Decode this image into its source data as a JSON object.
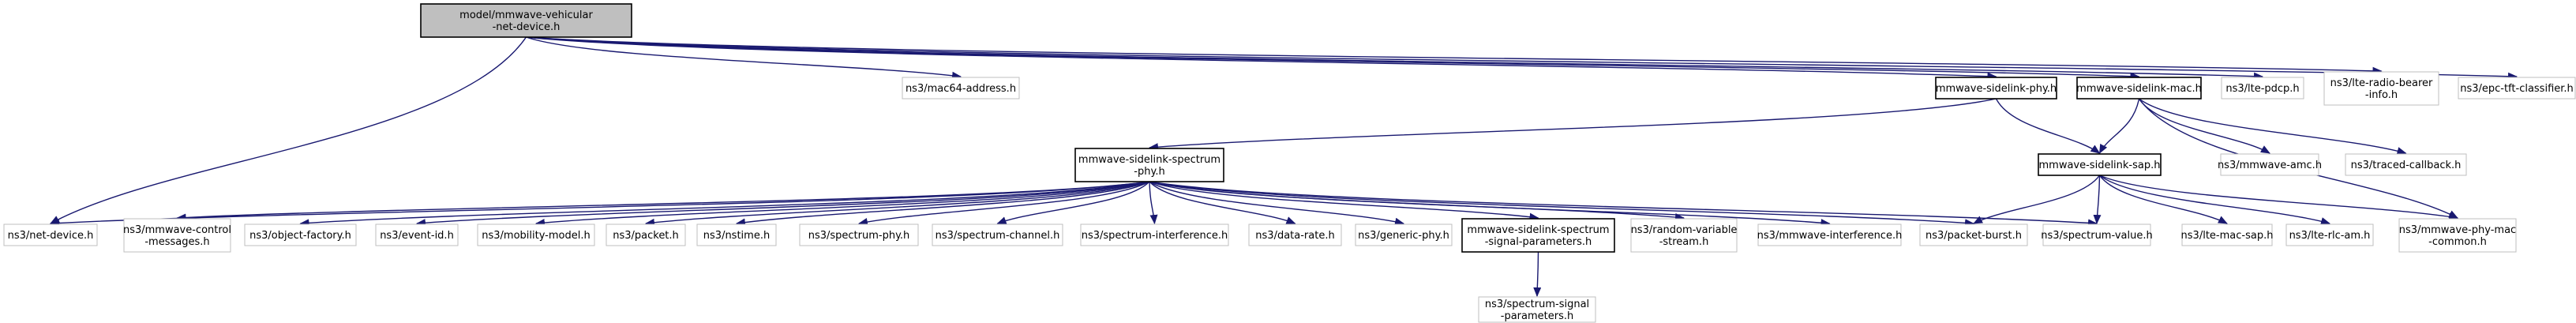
{
  "colors": {
    "edge": "#191970",
    "root_fill": "#bfbfbf",
    "box_fill": "#ffffff",
    "border_strong": "#000000",
    "border_light": "#bfbfbf"
  },
  "nodes": [
    {
      "id": "root",
      "lines": [
        "model/mmwave-vehicular",
        "-net-device.h"
      ],
      "style": "root"
    },
    {
      "id": "mac64",
      "lines": [
        "ns3/mac64-address.h"
      ],
      "style": "light"
    },
    {
      "id": "phy",
      "lines": [
        "mmwave-sidelink-phy.h"
      ],
      "style": "strong"
    },
    {
      "id": "mac",
      "lines": [
        "mmwave-sidelink-mac.h"
      ],
      "style": "strong"
    },
    {
      "id": "pdcp",
      "lines": [
        "ns3/lte-pdcp.h"
      ],
      "style": "light"
    },
    {
      "id": "rbinfo",
      "lines": [
        "ns3/lte-radio-bearer",
        "-info.h"
      ],
      "style": "light"
    },
    {
      "id": "epc",
      "lines": [
        "ns3/epc-tft-classifier.h"
      ],
      "style": "light"
    },
    {
      "id": "spectrum_phy_sl",
      "lines": [
        "mmwave-sidelink-spectrum",
        "-phy.h"
      ],
      "style": "strong"
    },
    {
      "id": "sap",
      "lines": [
        "mmwave-sidelink-sap.h"
      ],
      "style": "strong"
    },
    {
      "id": "amc",
      "lines": [
        "ns3/mmwave-amc.h"
      ],
      "style": "light"
    },
    {
      "id": "traced",
      "lines": [
        "ns3/traced-callback.h"
      ],
      "style": "light"
    },
    {
      "id": "netdev",
      "lines": [
        "ns3/net-device.h"
      ],
      "style": "light"
    },
    {
      "id": "ctrl",
      "lines": [
        "ns3/mmwave-control",
        "-messages.h"
      ],
      "style": "light"
    },
    {
      "id": "objfac",
      "lines": [
        "ns3/object-factory.h"
      ],
      "style": "light"
    },
    {
      "id": "eventid",
      "lines": [
        "ns3/event-id.h"
      ],
      "style": "light"
    },
    {
      "id": "mobility",
      "lines": [
        "ns3/mobility-model.h"
      ],
      "style": "light"
    },
    {
      "id": "packet",
      "lines": [
        "ns3/packet.h"
      ],
      "style": "light"
    },
    {
      "id": "nstime",
      "lines": [
        "ns3/nstime.h"
      ],
      "style": "light"
    },
    {
      "id": "specphy",
      "lines": [
        "ns3/spectrum-phy.h"
      ],
      "style": "light"
    },
    {
      "id": "specchan",
      "lines": [
        "ns3/spectrum-channel.h"
      ],
      "style": "light"
    },
    {
      "id": "specint",
      "lines": [
        "ns3/spectrum-interference.h"
      ],
      "style": "light"
    },
    {
      "id": "datarate",
      "lines": [
        "ns3/data-rate.h"
      ],
      "style": "light"
    },
    {
      "id": "genphy",
      "lines": [
        "ns3/generic-phy.h"
      ],
      "style": "light"
    },
    {
      "id": "sigparams_sl",
      "lines": [
        "mmwave-sidelink-spectrum",
        "-signal-parameters.h"
      ],
      "style": "strong"
    },
    {
      "id": "randvar",
      "lines": [
        "ns3/random-variable",
        "-stream.h"
      ],
      "style": "light"
    },
    {
      "id": "mminterf",
      "lines": [
        "ns3/mmwave-interference.h"
      ],
      "style": "light"
    },
    {
      "id": "pktburst",
      "lines": [
        "ns3/packet-burst.h"
      ],
      "style": "light"
    },
    {
      "id": "specval",
      "lines": [
        "ns3/spectrum-value.h"
      ],
      "style": "light"
    },
    {
      "id": "ltemacsap",
      "lines": [
        "ns3/lte-mac-sap.h"
      ],
      "style": "light"
    },
    {
      "id": "lterlcam",
      "lines": [
        "ns3/lte-rlc-am.h"
      ],
      "style": "light"
    },
    {
      "id": "phymac",
      "lines": [
        "ns3/mmwave-phy-mac",
        "-common.h"
      ],
      "style": "light"
    },
    {
      "id": "specsig",
      "lines": [
        "ns3/spectrum-signal",
        "-parameters.h"
      ],
      "style": "light"
    }
  ],
  "edges": [
    {
      "from": "root",
      "to": "mac64"
    },
    {
      "from": "root",
      "to": "phy"
    },
    {
      "from": "root",
      "to": "mac"
    },
    {
      "from": "root",
      "to": "pdcp"
    },
    {
      "from": "root",
      "to": "rbinfo"
    },
    {
      "from": "root",
      "to": "epc"
    },
    {
      "from": "root",
      "to": "netdev"
    },
    {
      "from": "phy",
      "to": "spectrum_phy_sl"
    },
    {
      "from": "phy",
      "to": "sap"
    },
    {
      "from": "mac",
      "to": "sap"
    },
    {
      "from": "mac",
      "to": "amc"
    },
    {
      "from": "mac",
      "to": "traced"
    },
    {
      "from": "mac",
      "to": "phymac"
    },
    {
      "from": "spectrum_phy_sl",
      "to": "netdev"
    },
    {
      "from": "spectrum_phy_sl",
      "to": "ctrl"
    },
    {
      "from": "spectrum_phy_sl",
      "to": "objfac"
    },
    {
      "from": "spectrum_phy_sl",
      "to": "eventid"
    },
    {
      "from": "spectrum_phy_sl",
      "to": "mobility"
    },
    {
      "from": "spectrum_phy_sl",
      "to": "packet"
    },
    {
      "from": "spectrum_phy_sl",
      "to": "nstime"
    },
    {
      "from": "spectrum_phy_sl",
      "to": "specphy"
    },
    {
      "from": "spectrum_phy_sl",
      "to": "specchan"
    },
    {
      "from": "spectrum_phy_sl",
      "to": "specint"
    },
    {
      "from": "spectrum_phy_sl",
      "to": "datarate"
    },
    {
      "from": "spectrum_phy_sl",
      "to": "genphy"
    },
    {
      "from": "spectrum_phy_sl",
      "to": "sigparams_sl"
    },
    {
      "from": "spectrum_phy_sl",
      "to": "randvar"
    },
    {
      "from": "spectrum_phy_sl",
      "to": "mminterf"
    },
    {
      "from": "spectrum_phy_sl",
      "to": "pktburst"
    },
    {
      "from": "spectrum_phy_sl",
      "to": "specval"
    },
    {
      "from": "sap",
      "to": "pktburst"
    },
    {
      "from": "sap",
      "to": "specval"
    },
    {
      "from": "sap",
      "to": "ltemacsap"
    },
    {
      "from": "sap",
      "to": "lterlcam"
    },
    {
      "from": "sap",
      "to": "phymac"
    },
    {
      "from": "sigparams_sl",
      "to": "specsig"
    }
  ]
}
